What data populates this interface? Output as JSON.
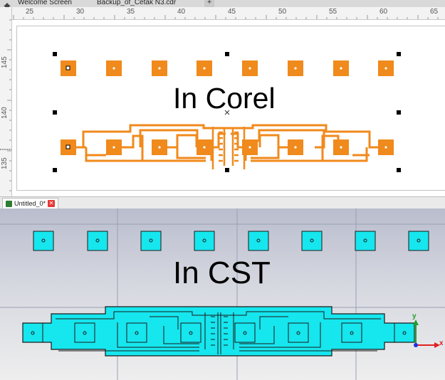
{
  "corel": {
    "tabs": [
      "Welcome Screen",
      "Backup_of_Cetak N3.cdr"
    ],
    "new_tab_symbol": "+",
    "ruler_top_labels": [
      "25",
      "30",
      "35",
      "40",
      "45",
      "50",
      "55",
      "60",
      "65"
    ],
    "ruler_left_labels": [
      "145",
      "140",
      "135"
    ],
    "overlay_label": "In Corel",
    "accent_color": "#f08a1c"
  },
  "cst": {
    "tab_label": "Untitled_0*",
    "close_symbol": "✕",
    "overlay_label": "In CST",
    "axis_x_label": "x",
    "axis_y_label": "y",
    "accent_color": "#16e6ee",
    "outline_color": "#1a1a1a"
  }
}
